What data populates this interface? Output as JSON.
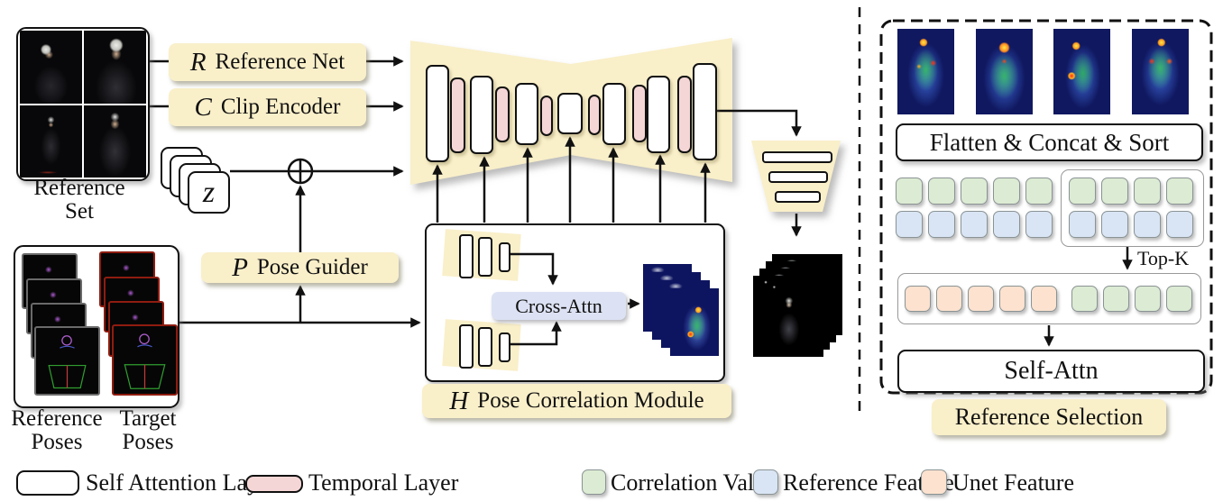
{
  "modules": {
    "reference_net": {
      "symbol": "R",
      "label": "Reference Net"
    },
    "clip_encoder": {
      "symbol": "C",
      "label": "Clip Encoder"
    },
    "pose_guider": {
      "symbol": "P",
      "label": "Pose Guider"
    },
    "pose_correlation": {
      "symbol": "H",
      "label": "Pose Correlation Module"
    },
    "cross_attn": {
      "label": "Cross-Attn"
    },
    "latent": {
      "symbol": "z"
    }
  },
  "captions": {
    "reference_set": {
      "line1": "Reference",
      "line2": "Set"
    },
    "reference_poses": {
      "line1": "Reference",
      "line2": "Poses"
    },
    "target_poses": {
      "line1": "Target",
      "line2": "Poses"
    }
  },
  "reference_selection": {
    "title": "Reference Selection",
    "flatten": "Flatten & Concat & Sort",
    "topk": "Top-K",
    "self_attn": "Self-Attn",
    "heatmap_count": 4,
    "sorted_left": {
      "correlation": 5,
      "reference": 5
    },
    "sorted_right": {
      "correlation": 4,
      "reference": 4
    },
    "selected": {
      "unet": 5,
      "correlation": 4
    }
  },
  "unet": {
    "self_attention_bars": 7,
    "temporal_bars": 6,
    "input_arrows": 3,
    "bottom_arrows": 7
  },
  "legend": {
    "items": [
      {
        "label": "Self Attention Layer",
        "color": "#ffffff"
      },
      {
        "label": "Temporal Layer",
        "color": "#f5d6d6"
      },
      {
        "label": "Correlation Value",
        "color": "#dcebd3"
      },
      {
        "label": "Reference Feature",
        "color": "#d9e5f4"
      },
      {
        "label": "Unet Feature",
        "color": "#fce2cf"
      }
    ]
  },
  "colors": {
    "accent_yellow": "#f9efc9",
    "temporal_pink": "#f5d6d6",
    "correlation_green": "#dcebd3",
    "reference_blue": "#d9e5f4",
    "unet_orange": "#fce2cf",
    "cross_attn_blue": "#dce2f3",
    "heatmap_navy": "#101860"
  }
}
